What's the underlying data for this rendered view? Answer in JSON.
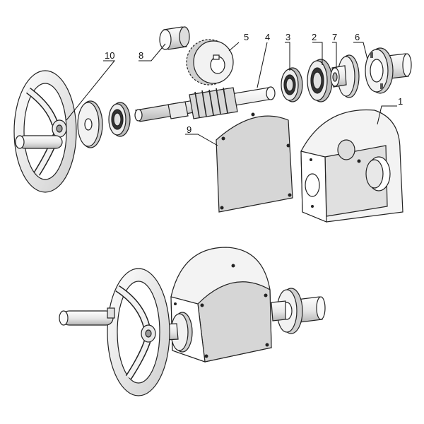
{
  "callouts": [
    {
      "num": "1"
    },
    {
      "num": "2"
    },
    {
      "num": "3"
    },
    {
      "num": "4"
    },
    {
      "num": "5"
    },
    {
      "num": "6"
    },
    {
      "num": "7"
    },
    {
      "num": "8"
    },
    {
      "num": "9"
    },
    {
      "num": "10"
    }
  ],
  "colors": {
    "part_fill": "#f4f4f4",
    "part_shade": "#cfcfcf",
    "plate_fill": "#d9d9d9",
    "line": "#222222"
  }
}
